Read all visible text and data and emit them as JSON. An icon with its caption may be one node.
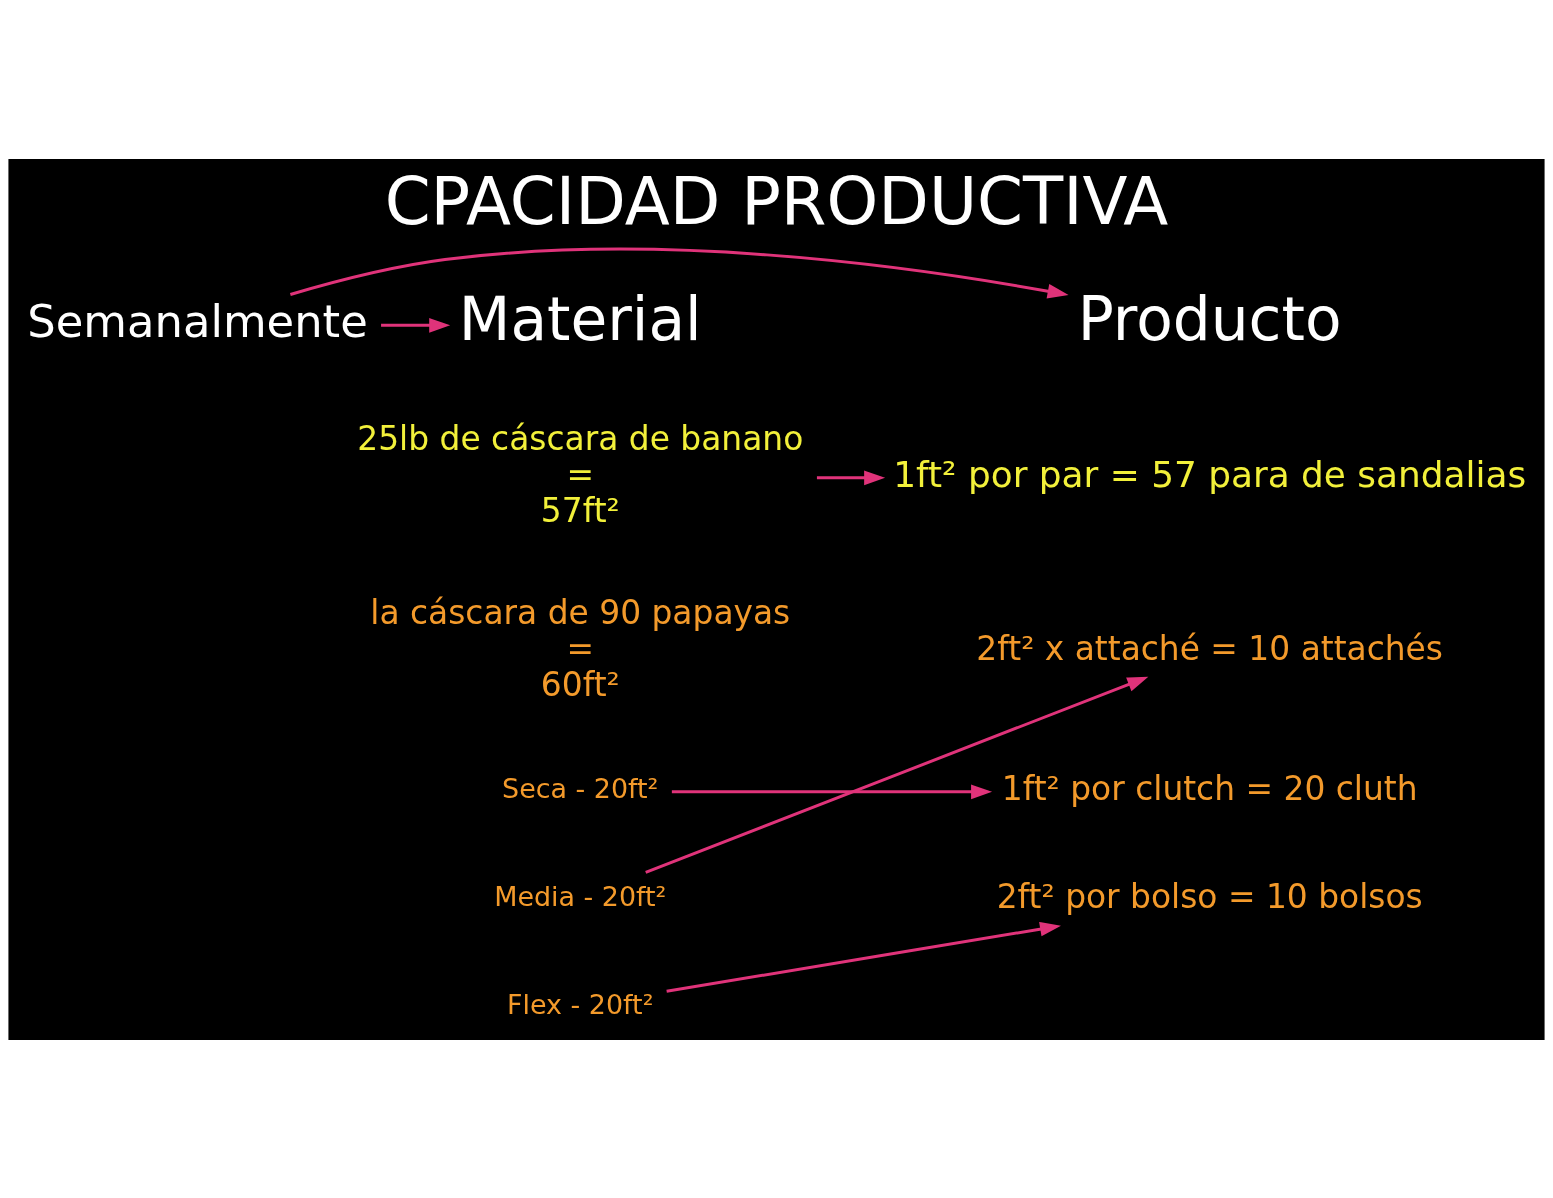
{
  "diagram": {
    "title": "CPACIDAD PRODUCTIVA",
    "nodes": [
      {
        "text": [
          "Semanalmente"
        ]
      },
      {
        "text": [
          "Material"
        ]
      },
      {
        "text": [
          "Producto"
        ]
      },
      {
        "text": [
          "25lb de cáscara de banano",
          "=",
          "57ft²"
        ]
      },
      {
        "text": [
          "1ft² por par = 57 para de sandalias"
        ]
      },
      {
        "text": [
          "la cáscara de 90 papayas",
          "=",
          "60ft²"
        ]
      },
      {
        "text": [
          "Seca - 20ft²"
        ]
      },
      {
        "text": [
          "Media - 20ft²"
        ]
      },
      {
        "text": [
          "Flex - 20ft²"
        ]
      },
      {
        "text": [
          "2ft² x attaché = 10 attachés"
        ]
      },
      {
        "text": [
          "1ft² por clutch = 20 cluth"
        ]
      },
      {
        "text": [
          "2ft² por bolso = 10 bolsos"
        ]
      }
    ],
    "edges": [
      {
        "from": 0,
        "to": 1,
        "arrow": "to"
      },
      {
        "from": 0,
        "to": 2,
        "arrow": "to"
      },
      {
        "from": 3,
        "to": 4,
        "arrow": "to"
      },
      {
        "from": 6,
        "to": 10,
        "arrow": "to"
      },
      {
        "from": 7,
        "to": 9,
        "arrow": "to"
      },
      {
        "from": 8,
        "to": 11,
        "arrow": "to"
      }
    ]
  }
}
